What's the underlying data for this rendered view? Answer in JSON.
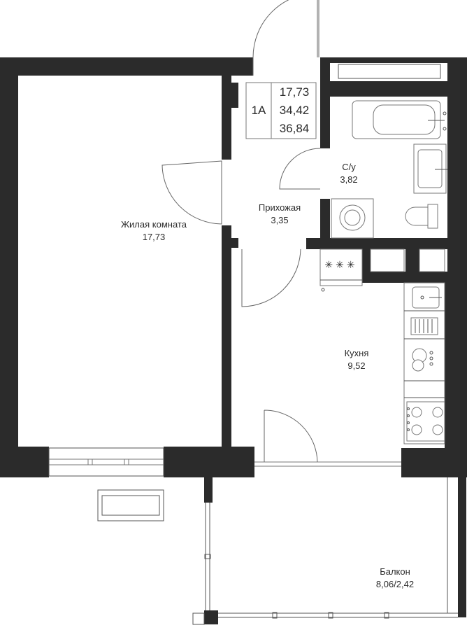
{
  "apartment": {
    "type_label": "1А",
    "areas": [
      "17,73",
      "34,42",
      "36,84"
    ]
  },
  "rooms": {
    "living": {
      "name": "Жилая комната",
      "area": "17,73"
    },
    "hall": {
      "name": "Прихожая",
      "area": "3,35"
    },
    "bathroom": {
      "name": "С/у",
      "area": "3,82"
    },
    "kitchen": {
      "name": "Кухня",
      "area": "9,52"
    },
    "balcony": {
      "name": "Балкон",
      "area": "8,06/2,42"
    }
  },
  "stove_symbol": "✳✳✳",
  "colors": {
    "wall": "#2b2b2b",
    "line": "#666666",
    "background": "#ffffff"
  }
}
